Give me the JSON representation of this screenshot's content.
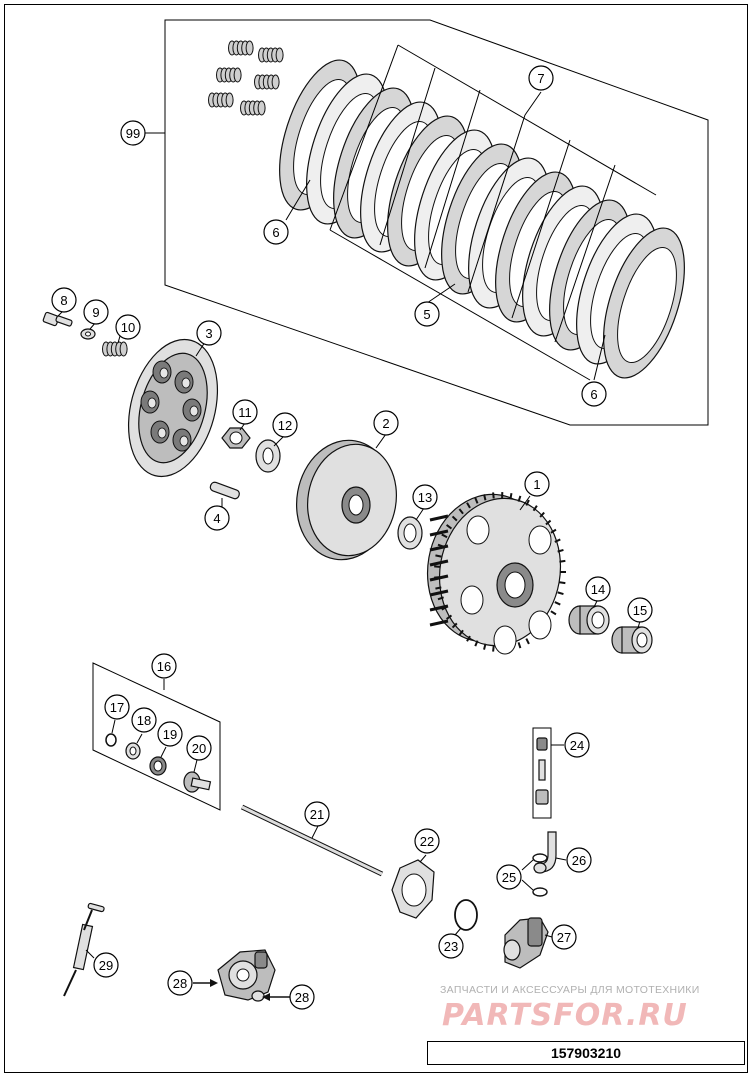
{
  "callouts": [
    {
      "label": "99"
    },
    {
      "label": "6"
    },
    {
      "label": "7"
    },
    {
      "label": "5"
    },
    {
      "label": "6"
    },
    {
      "label": "8"
    },
    {
      "label": "9"
    },
    {
      "label": "10"
    },
    {
      "label": "3"
    },
    {
      "label": "11"
    },
    {
      "label": "12"
    },
    {
      "label": "2"
    },
    {
      "label": "4"
    },
    {
      "label": "13"
    },
    {
      "label": "1"
    },
    {
      "label": "14"
    },
    {
      "label": "15"
    },
    {
      "label": "16"
    },
    {
      "label": "17"
    },
    {
      "label": "18"
    },
    {
      "label": "19"
    },
    {
      "label": "20"
    },
    {
      "label": "24"
    },
    {
      "label": "21"
    },
    {
      "label": "22"
    },
    {
      "label": "26"
    },
    {
      "label": "25"
    },
    {
      "label": "27"
    },
    {
      "label": "23"
    },
    {
      "label": "29"
    },
    {
      "label": "28"
    },
    {
      "label": "28"
    }
  ],
  "watermark": {
    "tagline": "ЗАПЧАСТИ И АКСЕССУАРЫ ДЛЯ МОТОТЕХНИКИ",
    "brand": "PARTSFOR.RU"
  },
  "document_number": "157903210"
}
